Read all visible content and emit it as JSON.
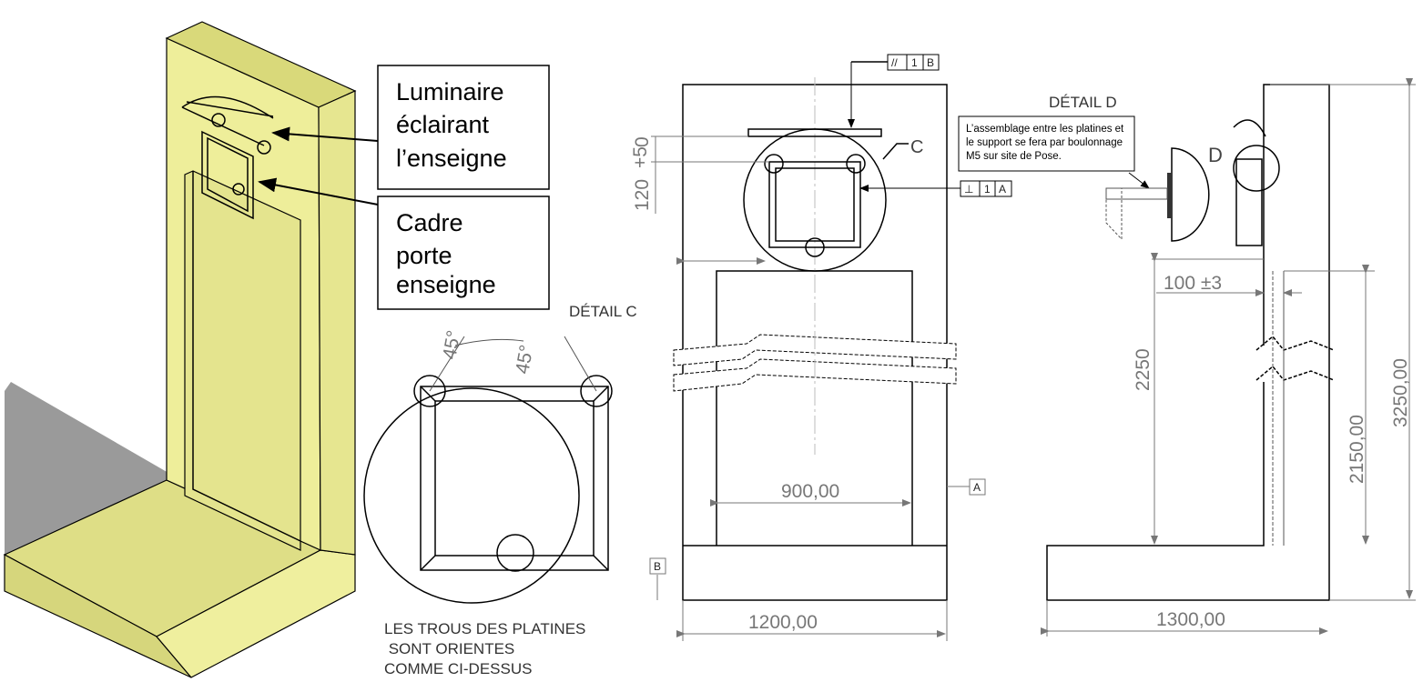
{
  "colors": {
    "wall_front": "#eeee9a",
    "wall_side": "#e6e690",
    "wall_top": "#d9d97a",
    "shadow": "#9a9a9a"
  },
  "callouts": {
    "luminaire": [
      "Luminaire",
      "éclairant",
      "l’enseigne"
    ],
    "cadre": [
      "Cadre",
      "porte",
      "enseigne"
    ]
  },
  "detail_c": {
    "title": "DÉTAIL C",
    "angle_left": "45°",
    "angle_right": "45°",
    "note": [
      "LES TROUS DES PLATINES",
      " SONT ORIENTES",
      "COMME CI-DESSUS"
    ]
  },
  "front_view": {
    "fcf_top": [
      "//",
      "1",
      "B"
    ],
    "fcf_side": [
      "⊥",
      "1",
      "A"
    ],
    "detail_label": "C",
    "dim_tol_upper": "+5",
    "dim_tol_lower": "0",
    "dim_120": "120",
    "dim_900": "900,00",
    "dim_1200": "1200,00",
    "datum_a": "A",
    "datum_b": "B"
  },
  "detail_d": {
    "title": "DÉTAIL D",
    "note": [
      "L’assemblage entre les platines et",
      "le support se fera par boulonnage",
      "M5 sur site de Pose."
    ]
  },
  "side_view": {
    "detail_label": "D",
    "dim_100": "100 ±3",
    "dim_2250": "2250",
    "dim_2150": "2150,00",
    "dim_3250": "3250,00",
    "dim_1300": "1300,00"
  }
}
